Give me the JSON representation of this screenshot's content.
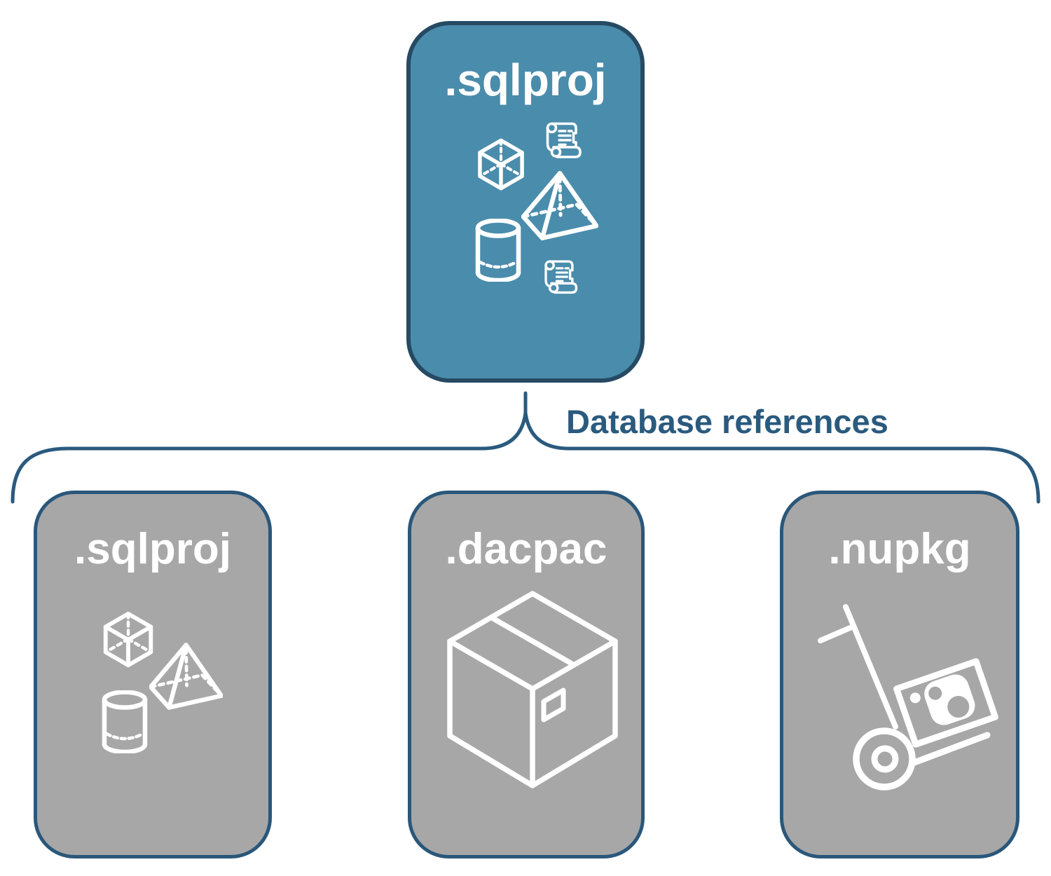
{
  "diagram": {
    "root": {
      "label": ".sqlproj",
      "icons": [
        "scroll-icon",
        "cube-icon",
        "pyramid-icon",
        "cylinder-icon",
        "scroll-icon"
      ]
    },
    "connector": {
      "label": "Database references"
    },
    "children": [
      {
        "label": ".sqlproj",
        "icons": [
          "cube-icon",
          "pyramid-icon",
          "cylinder-icon"
        ]
      },
      {
        "label": ".dacpac",
        "icons": [
          "package-box-icon"
        ]
      },
      {
        "label": ".nupkg",
        "icons": [
          "nuget-handtruck-icon"
        ]
      }
    ],
    "colors": {
      "background": "#FFFFFF",
      "root_fill": "#4A8CAB",
      "root_border": "#264A63",
      "child_fill": "#A7A7A7",
      "child_border": "#2A577A",
      "connector": "#2A5A7E",
      "icon": "#FFFFFF"
    }
  }
}
